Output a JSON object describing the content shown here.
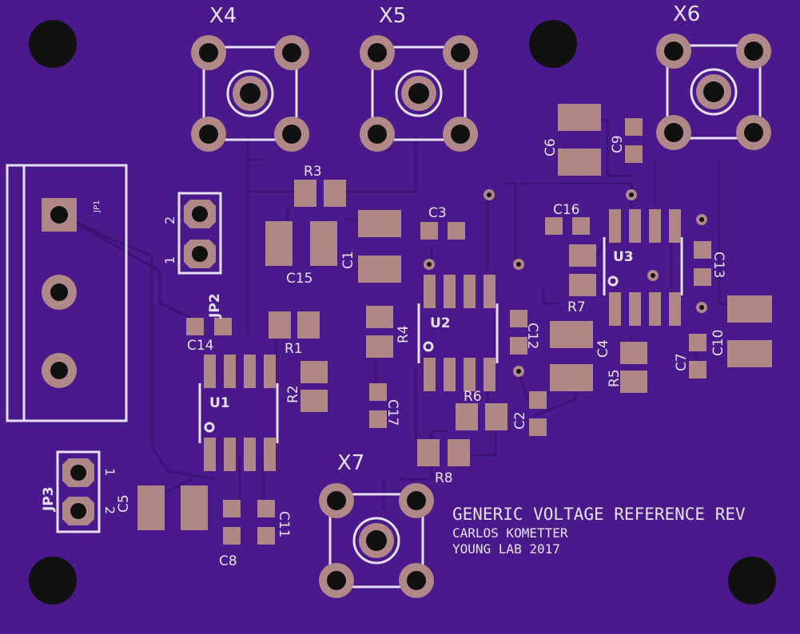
{
  "colors": {
    "board": "#4a1a8c",
    "board_edge": "#2a0d55",
    "trace": "#3e1378",
    "pad": "#b08888",
    "pad_hole": "#111111",
    "silkscreen": "#e6e0f0"
  },
  "connectors": {
    "x4": "X4",
    "x5": "X5",
    "x6": "X6",
    "x7": "X7"
  },
  "headers": {
    "jp1": "JP1",
    "jp2": "JP2",
    "jp3": "JP3",
    "pin1": "1",
    "pin2": "2"
  },
  "ics": {
    "u1": "U1",
    "u2": "U2",
    "u3": "U3"
  },
  "resistors": {
    "r1": "R1",
    "r2": "R2",
    "r3": "R3",
    "r4": "R4",
    "r5": "R5",
    "r6": "R6",
    "r7": "R7",
    "r8": "R8"
  },
  "capacitors": {
    "c1": "C1",
    "c2": "C2",
    "c3": "C3",
    "c4": "C4",
    "c5": "C5",
    "c6": "C6",
    "c7": "C7",
    "c8": "C8",
    "c9": "C9",
    "c10": "C10",
    "c11": "C11",
    "c12": "C12",
    "c13": "C13",
    "c14": "C14",
    "c15": "C15",
    "c16": "C16",
    "c17": "C17"
  },
  "info": {
    "title": "GENERIC VOLTAGE REFERENCE REV",
    "author": "CARLOS KOMETTER",
    "lab": "YOUNG LAB 2017"
  }
}
